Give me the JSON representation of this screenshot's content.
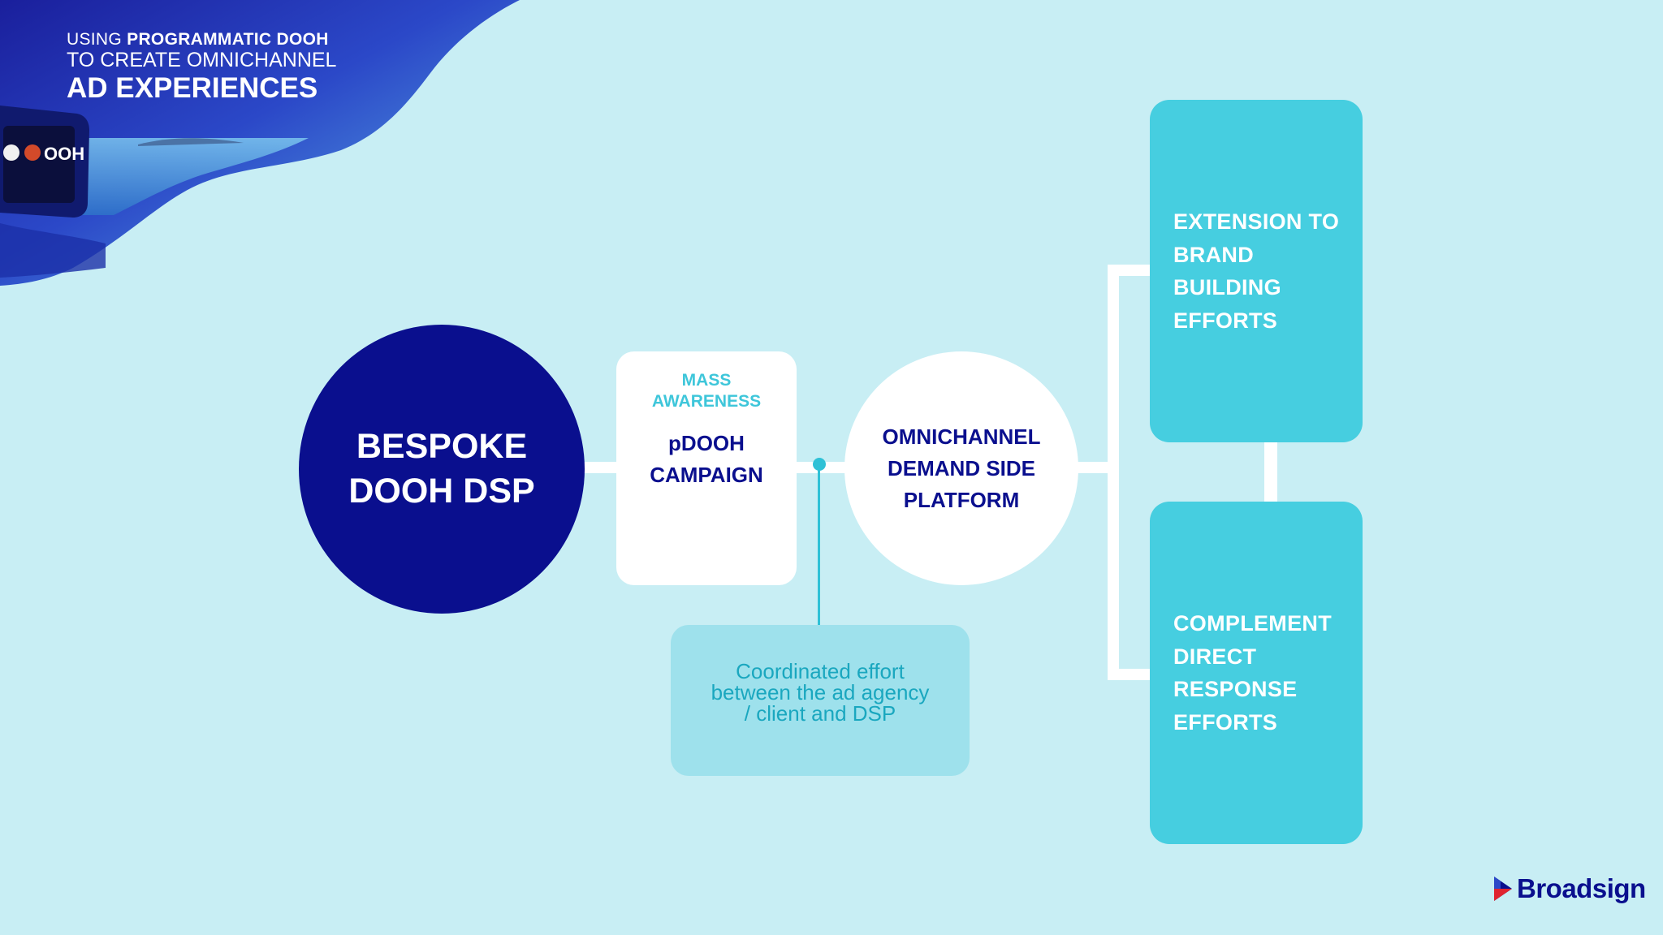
{
  "header": {
    "line1_prefix": "USING ",
    "line1_bold": "PROGRAMMATIC DOOH",
    "line2": "TO CREATE OMNICHANNEL",
    "line3": "AD EXPERIENCES",
    "screen_badge": "OOH"
  },
  "diagram": {
    "source": {
      "line1": "BESPOKE",
      "line2": "DOOH DSP"
    },
    "campaign": {
      "tag1": "MASS",
      "tag2": "AWARENESS",
      "title1": "pDOOH",
      "title2": "CAMPAIGN"
    },
    "platform": {
      "line1": "OMNICHANNEL",
      "line2": "DEMAND SIDE",
      "line3": "PLATFORM"
    },
    "note": {
      "line1": "Coordinated effort",
      "line2": "between the ad agency",
      "line3": "/ client  and DSP"
    },
    "outcomes": [
      {
        "line1": "EXTENSION TO",
        "line2": "BRAND",
        "line3": "BUILDING",
        "line4": "EFFORTS"
      },
      {
        "line1": "COMPLEMENT",
        "line2": "DIRECT",
        "line3": "RESPONSE",
        "line4": "EFFORTS"
      }
    ]
  },
  "footer": {
    "logo_text": "Broadsign"
  },
  "colors": {
    "background": "#c8eef4",
    "navy": "#0a0f8e",
    "teal": "#46cee0",
    "accent": "#3ec6da",
    "note_bg": "#9ee1ec"
  }
}
